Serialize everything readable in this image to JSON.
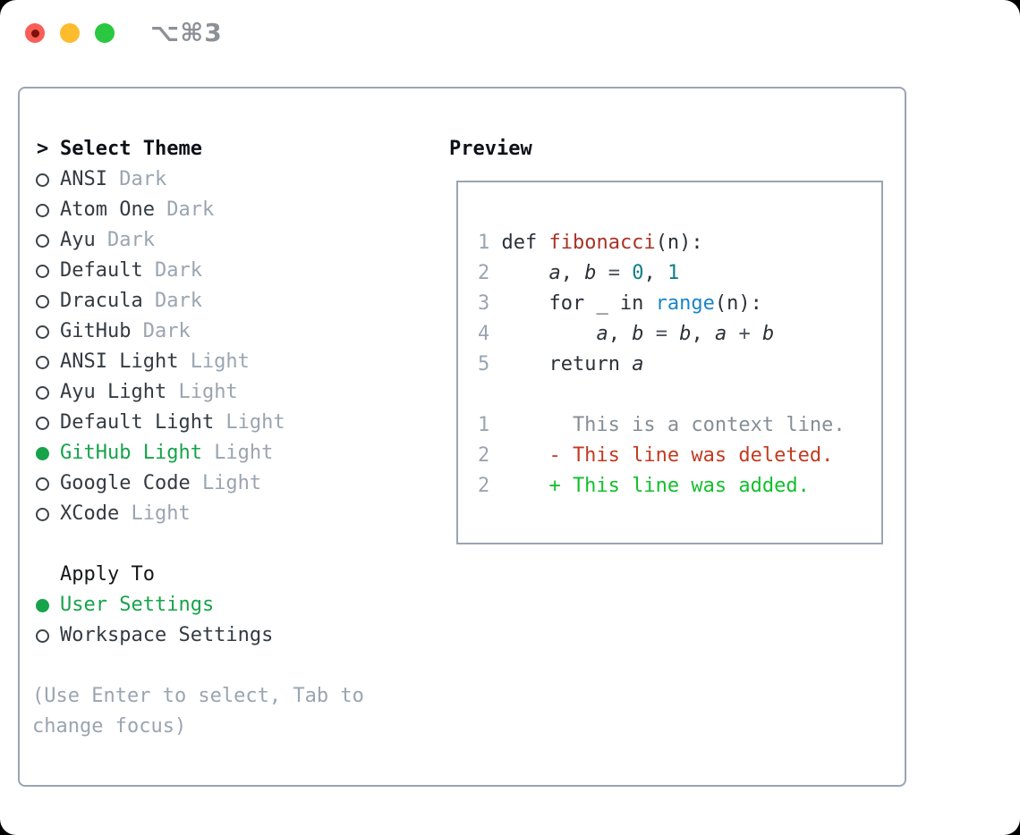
{
  "window": {
    "title": "⌥⌘3",
    "traffic_lights": [
      {
        "name": "close",
        "color": "#f95f57"
      },
      {
        "name": "minimize",
        "color": "#fdbc2e"
      },
      {
        "name": "zoom",
        "color": "#2ac840"
      }
    ]
  },
  "theme_panel": {
    "prompt": ">",
    "header": "Select Theme",
    "themes": [
      {
        "name": "ANSI",
        "variant": "Dark",
        "selected": false
      },
      {
        "name": "Atom One",
        "variant": "Dark",
        "selected": false
      },
      {
        "name": "Ayu",
        "variant": "Dark",
        "selected": false
      },
      {
        "name": "Default",
        "variant": "Dark",
        "selected": false
      },
      {
        "name": "Dracula",
        "variant": "Dark",
        "selected": false
      },
      {
        "name": "GitHub",
        "variant": "Dark",
        "selected": false
      },
      {
        "name": "ANSI Light",
        "variant": "Light",
        "selected": false
      },
      {
        "name": "Ayu Light",
        "variant": "Light",
        "selected": false
      },
      {
        "name": "Default Light",
        "variant": "Light",
        "selected": false
      },
      {
        "name": "GitHub Light",
        "variant": "Light",
        "selected": true
      },
      {
        "name": "Google Code",
        "variant": "Light",
        "selected": false
      },
      {
        "name": "XCode",
        "variant": "Light",
        "selected": false
      }
    ],
    "apply_to": {
      "header": "Apply To",
      "options": [
        {
          "label": "User Settings",
          "selected": true
        },
        {
          "label": "Workspace Settings",
          "selected": false
        }
      ]
    },
    "hint_lines": [
      "(Use Enter to select, Tab to",
      "change focus)"
    ]
  },
  "preview": {
    "header": "Preview",
    "code_lines": [
      {
        "num": "1",
        "tokens": [
          {
            "s": "fg",
            "t": "def "
          },
          {
            "s": "func",
            "t": "fibonacci"
          },
          {
            "s": "fg",
            "t": "(n):"
          }
        ]
      },
      {
        "num": "2",
        "tokens": [
          {
            "s": "fg",
            "t": "    "
          },
          {
            "s": "var",
            "t": "a"
          },
          {
            "s": "fg",
            "t": ", "
          },
          {
            "s": "var",
            "t": "b"
          },
          {
            "s": "op",
            "t": " = "
          },
          {
            "s": "num",
            "t": "0"
          },
          {
            "s": "fg",
            "t": ", "
          },
          {
            "s": "num",
            "t": "1"
          }
        ]
      },
      {
        "num": "3",
        "tokens": [
          {
            "s": "fg",
            "t": "    for _ in "
          },
          {
            "s": "call",
            "t": "range"
          },
          {
            "s": "fg",
            "t": "(n):"
          }
        ]
      },
      {
        "num": "4",
        "tokens": [
          {
            "s": "fg",
            "t": "        "
          },
          {
            "s": "var",
            "t": "a"
          },
          {
            "s": "fg",
            "t": ", "
          },
          {
            "s": "var",
            "t": "b"
          },
          {
            "s": "op",
            "t": " = "
          },
          {
            "s": "var",
            "t": "b"
          },
          {
            "s": "fg",
            "t": ", "
          },
          {
            "s": "var",
            "t": "a"
          },
          {
            "s": "op",
            "t": " + "
          },
          {
            "s": "var",
            "t": "b"
          }
        ]
      },
      {
        "num": "5",
        "tokens": [
          {
            "s": "fg",
            "t": "    return "
          },
          {
            "s": "var",
            "t": "a"
          }
        ]
      }
    ],
    "diff_lines": [
      {
        "num": "1",
        "marker": " ",
        "text": "This is a context line.",
        "type": "context"
      },
      {
        "num": "2",
        "marker": "-",
        "text": "This line was deleted.",
        "type": "deleted"
      },
      {
        "num": "2",
        "marker": "+",
        "text": "This line was added.",
        "type": "added"
      }
    ]
  },
  "colors": {
    "accent_green": "#16a34a",
    "added_green": "#13bf2d",
    "deleted_red": "#c23b22",
    "function_red": "#a93226",
    "number_teal": "#0e7f87",
    "builtin_blue": "#1a85c8",
    "muted_gray": "#9aa5b1",
    "border_gray": "#9aa5b1",
    "traffic_red": "#f95f57",
    "traffic_yellow": "#fdbc2e",
    "traffic_green": "#2ac840"
  }
}
